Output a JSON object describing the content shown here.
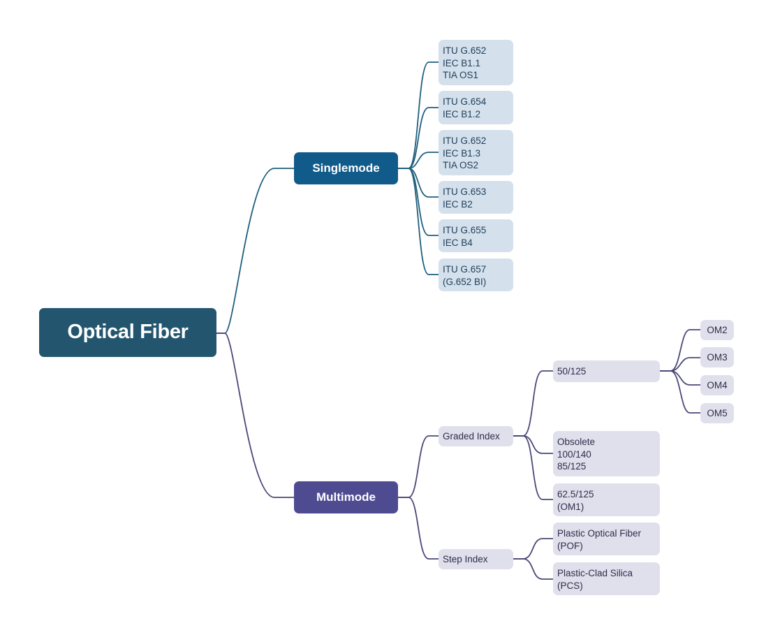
{
  "root": {
    "label": "Optical Fiber"
  },
  "singlemode": {
    "label": "Singlemode",
    "items": [
      {
        "lines": [
          "ITU G.652",
          "IEC B1.1",
          "TIA OS1"
        ]
      },
      {
        "lines": [
          "ITU G.654",
          "IEC B1.2"
        ]
      },
      {
        "lines": [
          "ITU G.652",
          "IEC B1.3",
          "TIA OS2"
        ]
      },
      {
        "lines": [
          "ITU G.653",
          "IEC B2"
        ]
      },
      {
        "lines": [
          "ITU G.655",
          "IEC B4"
        ]
      },
      {
        "lines": [
          "ITU G.657",
          "(G.652 BI)"
        ]
      }
    ]
  },
  "multimode": {
    "label": "Multimode",
    "graded": {
      "label": "Graded Index",
      "items": [
        {
          "lines": [
            "50/125"
          ]
        },
        {
          "lines": [
            "Obsolete",
            "100/140",
            "85/125"
          ]
        },
        {
          "lines": [
            "62.5/125",
            "(OM1)"
          ]
        }
      ],
      "om": [
        "OM2",
        "OM3",
        "OM4",
        "OM5"
      ]
    },
    "step": {
      "label": "Step Index",
      "items": [
        {
          "lines": [
            "Plastic Optical Fiber",
            "(POF)"
          ]
        },
        {
          "lines": [
            "Plastic-Clad Silica",
            "(PCS)"
          ]
        }
      ]
    }
  },
  "colors": {
    "root_bg": "#23566e",
    "singlemode_bg": "#115b8b",
    "multimode_bg": "#4e4b91",
    "singlemode_leaf_bg": "#d4e1ec",
    "multimode_leaf_bg": "#e0dfec",
    "singlemode_line": "#1f5f7d",
    "multimode_line": "#4b4878"
  }
}
